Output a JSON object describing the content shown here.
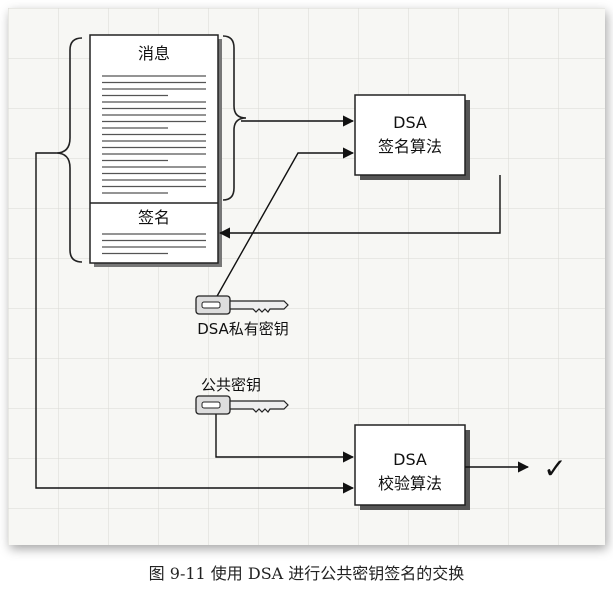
{
  "message": {
    "title": "消息"
  },
  "signature": {
    "title": "签名"
  },
  "sign_algo": {
    "line1": "DSA",
    "line2": "签名算法"
  },
  "verify_algo": {
    "line1": "DSA",
    "line2": "校验算法"
  },
  "private_key": {
    "label": "DSA私有密钥"
  },
  "public_key": {
    "label": "公共密钥"
  },
  "result": {
    "symbol": "✓"
  },
  "caption": "图 9-11   使用 DSA 进行公共密钥签名的交换"
}
